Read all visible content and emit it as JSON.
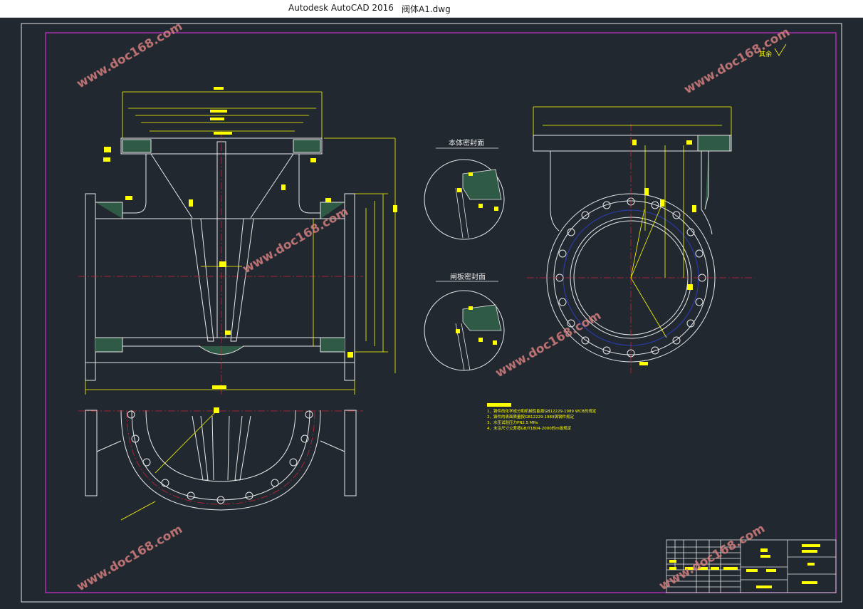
{
  "window": {
    "app_title": "Autodesk AutoCAD 2016",
    "doc_title": "阀体A1.dwg"
  },
  "drawing": {
    "section_title_body": "本体密封面",
    "section_title_gate": "闸板密封面",
    "surface_note": "其余",
    "watermark": "www.doc168.com",
    "tech_notes": [
      "1、铸件的化学成分和机械性能按GB12229-1989 WCB的规定",
      "2、铸件的表面质量按GB12229-1989铸钢件规定",
      "3、水压试验压力PN2.5 MPa",
      "4、未注尺寸公差按GB/T1804-2000的m级规定"
    ]
  },
  "colors": {
    "background": "#212830",
    "line_white": "#e8e8e8",
    "dimension_yellow": "#ffff00",
    "border_magenta": "#cc33cc",
    "centerline_red": "#cc2233",
    "fill_green": "#2f5a45",
    "bolt_circle_blue": "#2a3aa8",
    "watermark_red": "#d88080"
  }
}
